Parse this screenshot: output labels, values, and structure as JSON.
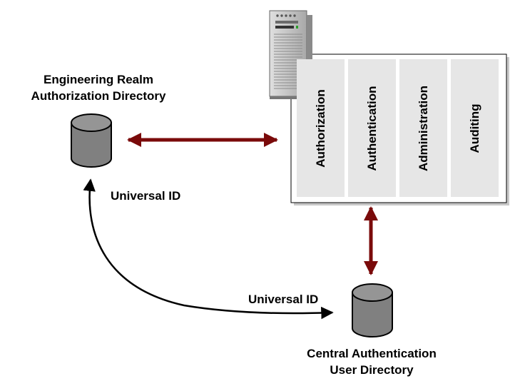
{
  "engineering_directory": {
    "title_line1": "Engineering Realm",
    "title_line2": "Authorization Directory"
  },
  "central_directory": {
    "title_line1": "Central Authentication",
    "title_line2": "User Directory"
  },
  "universal_id_top": "Universal ID",
  "universal_id_bottom": "Universal ID",
  "server_panel": {
    "columns": [
      "Authorization",
      "Authentication",
      "Administration",
      "Auditing"
    ]
  },
  "colors": {
    "arrow_dark_red": "#7a0a0a",
    "database_fill": "#808080",
    "panel_column": "#e6e6e6",
    "server_body": "#c8c8c8"
  }
}
